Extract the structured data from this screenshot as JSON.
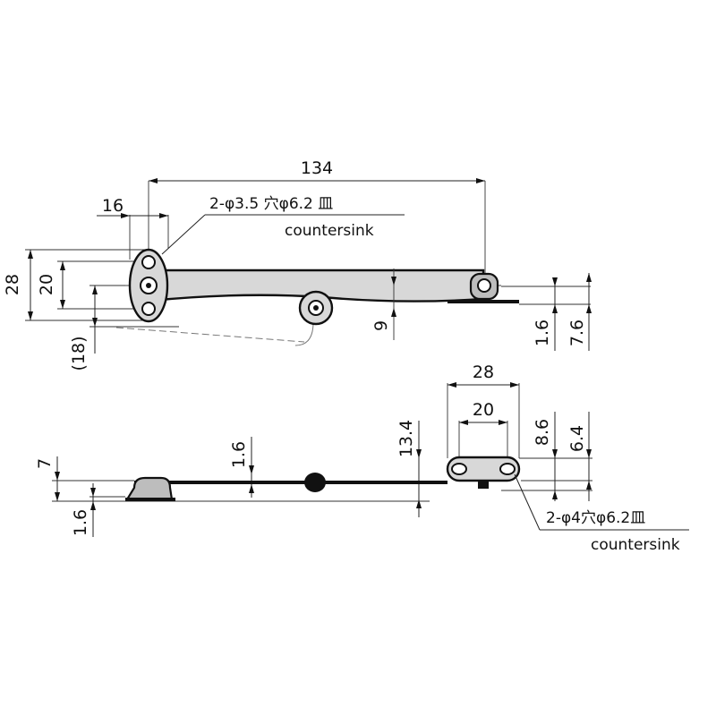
{
  "top_view": {
    "overall_length": "134",
    "bracket_width": "16",
    "bracket_height": "28",
    "hole_pitch": "20",
    "offset_ref": "(18)",
    "pivot_drop": "9",
    "plate_thickness": "1.6",
    "end_height": "7.6",
    "hole_note": "2-φ3.5 穴φ6.2 皿",
    "hole_note_en": "countersink"
  },
  "side_view": {
    "height_left": "7",
    "thickness_left": "1.6",
    "thickness_mid": "1.6",
    "rise": "13.4",
    "bracket_width": "28",
    "hole_pitch": "20",
    "height_right_outer": "8.6",
    "height_right_inner": "6.4",
    "hole_note": "2-φ4穴φ6.2皿",
    "hole_note_en": "countersink"
  },
  "colors": {
    "line": "#111111",
    "part_fill": "#d8d8d8"
  }
}
